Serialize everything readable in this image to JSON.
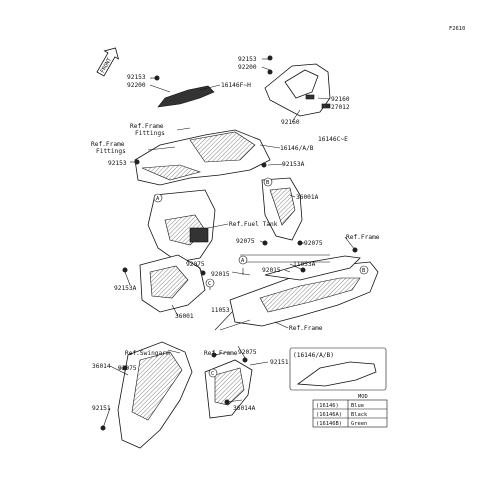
{
  "figure_code": "F2610",
  "front_label": "FRONT",
  "callouts": {
    "c92153_tl": "92153",
    "c92200_tl": "92200",
    "c16146fh": "16146F~H",
    "c92153_tr": "92153",
    "c92200_tr": "92200",
    "c92160": "92160",
    "c27012": "27012",
    "c92160b": "92160",
    "c16146ce": "16146C~E",
    "ref_frame_fittings_1": "Ref.Frame",
    "ref_frame_fittings_1b": "Fittings",
    "ref_frame_fittings_2": "Ref.Frame",
    "ref_frame_fittings_2b": "Fittings",
    "c16146ab": "16146/A/B",
    "c92153_l": "92153",
    "c92153a_mid": "92153A",
    "c36001a": "36001A",
    "ref_fuel_tank": "Ref.Fuel Tank",
    "c92075_a": "92075",
    "c92075_b": "92075",
    "ref_frame_r": "Ref.Frame",
    "c11053a": "11053A",
    "c92015_a": "92015",
    "c92015_b": "92015",
    "c92075_c": "92075",
    "c92153a_l": "92153A",
    "c36001": "36001",
    "c11053": "11053",
    "ref_frame_mid": "Ref.Frame",
    "ref_swingarm": "Ref.Swingarm",
    "ref_frame_low": "Ref.Frame",
    "c92075_d": "92075",
    "c36014": "36014",
    "c92075_e": "92075",
    "c92151_r": "92151",
    "c92151_l": "92151",
    "c36014a": "36014A",
    "marker_a": "A",
    "marker_b": "B",
    "marker_c": "C"
  },
  "inset": {
    "title": "(16146/A/B)",
    "mod_header": "MOD",
    "rows": [
      {
        "part": "(16146)",
        "color": "Blue"
      },
      {
        "part": "(16146A)",
        "color": "Black"
      },
      {
        "part": "(16146B)",
        "color": "Green"
      }
    ]
  }
}
